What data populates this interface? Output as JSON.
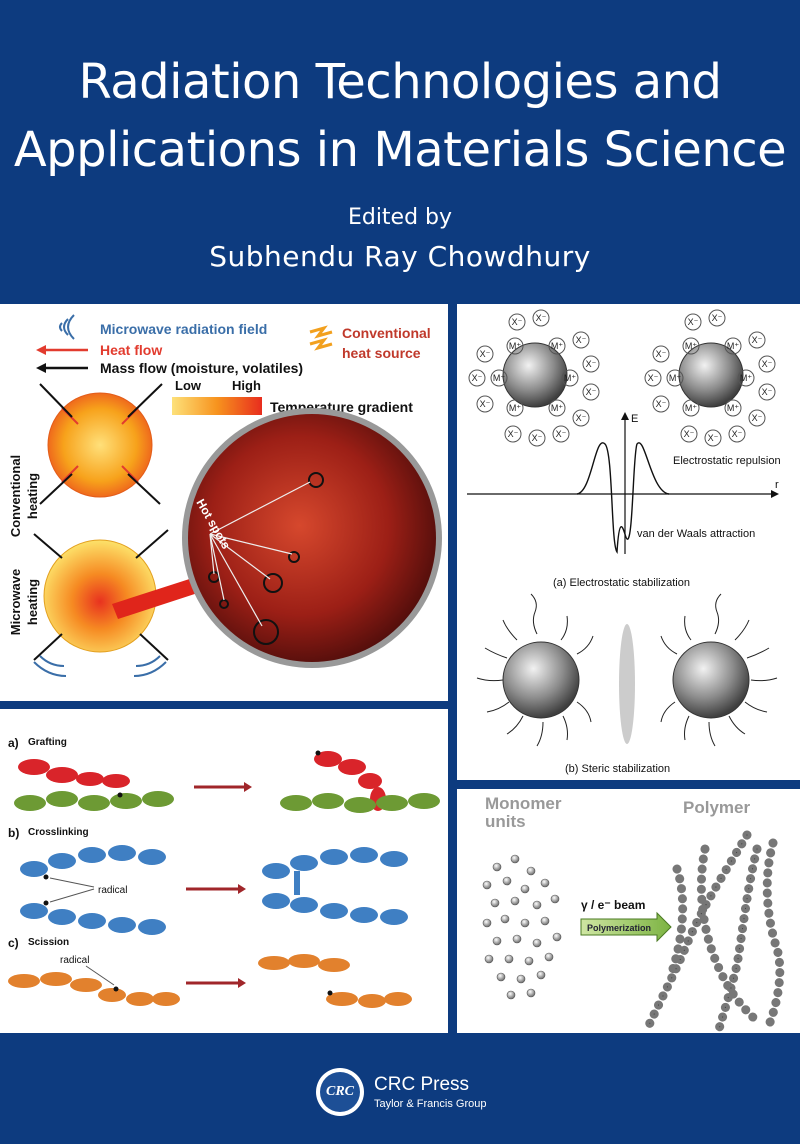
{
  "cover": {
    "title_line1": "Radiation Technologies and",
    "title_line2": "Applications in Materials Science",
    "edited_by": "Edited by",
    "editor": "Subhendu Ray Chowdhury"
  },
  "panel_heating": {
    "legend_microwave": "Microwave radiation field",
    "legend_heat_flow": "Heat flow",
    "legend_mass_flow": "Mass flow (moisture, volatiles)",
    "legend_conventional_line1": "Conventional",
    "legend_conventional_line2": "heat source",
    "gradient_low": "Low",
    "gradient_high": "High",
    "gradient_label": "Temperature gradient",
    "label_conventional_line1": "Conventional",
    "label_conventional_line2": "heating",
    "label_microwave_line1": "Microwave",
    "label_microwave_line2": "heating",
    "hot_spots": "Hot spots",
    "colors": {
      "heat": "#e23b2e",
      "text_blue": "#3a6ea8",
      "conventional_text": "#c0392b"
    }
  },
  "panel_stabilization": {
    "anion": "X⁻",
    "cation": "M⁺",
    "axis_e": "E",
    "axis_r": "r",
    "repulsion": "Electrostatic repulsion",
    "attraction": "van der Waals attraction",
    "caption_a": "(a) Electrostatic stabilization",
    "caption_b": "(b) Steric stabilization"
  },
  "panel_reactions": {
    "a_label": "a)",
    "a_title": "Grafting",
    "b_label": "b)",
    "b_title": "Crosslinking",
    "radical_b": "radical",
    "c_label": "c)",
    "c_title": "Scission",
    "radical_c": "radical",
    "colors": {
      "red": "#d9242a",
      "green": "#6d9a34",
      "blue": "#3f7fc3",
      "orange": "#e2812d"
    }
  },
  "panel_polymer": {
    "monomer_line1": "Monomer",
    "monomer_line2": "units",
    "polymer": "Polymer",
    "beam": "γ / e⁻ beam",
    "process": "Polymerization"
  },
  "publisher": {
    "logo": "CRC",
    "name": "CRC Press",
    "group": "Taylor & Francis Group"
  }
}
